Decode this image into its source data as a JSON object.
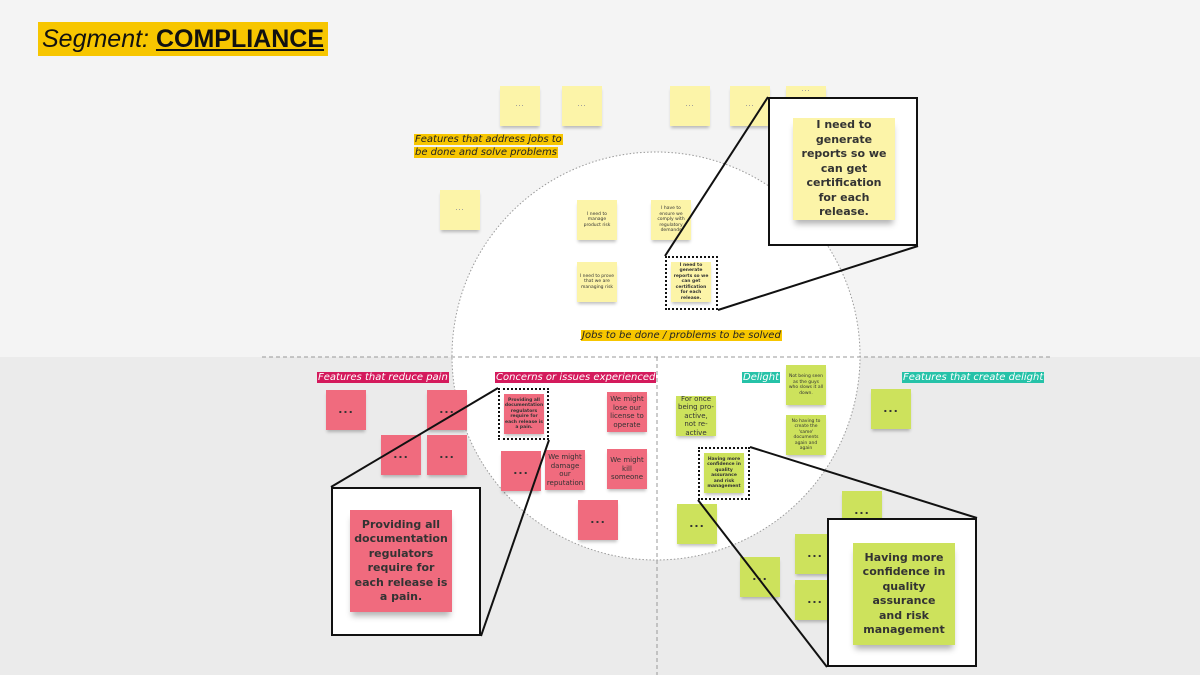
{
  "title": {
    "prefix": "Segment:",
    "name": "COMPLIANCE"
  },
  "colors": {
    "yellow_note": "#fcf4a8",
    "pink_note": "#f06b7e",
    "green_note": "#cde25c",
    "yellow_label": "#f7c600",
    "pink_label": "#d41a5c",
    "teal_label": "#26c2a8"
  },
  "labels": {
    "features_jobs": [
      "Features that address jobs to",
      "be done and solve problems"
    ],
    "jobs": "Jobs to be done / problems to be solved",
    "reduce_pain": "Features that reduce pain",
    "concerns": "Concerns or issues experienced",
    "delight": "Delight",
    "create_delight": "Features that create delight"
  },
  "notes": {
    "yellow": [
      "...",
      "...",
      "...",
      "...",
      "...",
      "...",
      "I need to manage product risk",
      "I have to ensure we comply with regulatory demands",
      "I need to prove that we are managing risk",
      "I need to generate reports so we can get certification for each release."
    ],
    "pink": [
      "...",
      "...",
      "...",
      "...",
      "Providing all documentation regulators require for each release is a pain.",
      "We might lose our license to operate",
      "...",
      "We might damage our reputation",
      "We might kill someone",
      "..."
    ],
    "green": [
      "Not being seen as the guys who slows it all down.",
      "For once being pro-active, not re-active",
      "No having to create the 'same' documents again and again",
      "Having more confidence in quality assurance and risk management",
      "...",
      "...",
      "...",
      "...",
      "...",
      "..."
    ]
  },
  "callouts": {
    "jobs": "I need to generate reports so we can get certification for each release.",
    "pain": "Providing all documentation regulators require for each release is a pain.",
    "delight": "Having more confidence in quality assurance and risk management"
  }
}
